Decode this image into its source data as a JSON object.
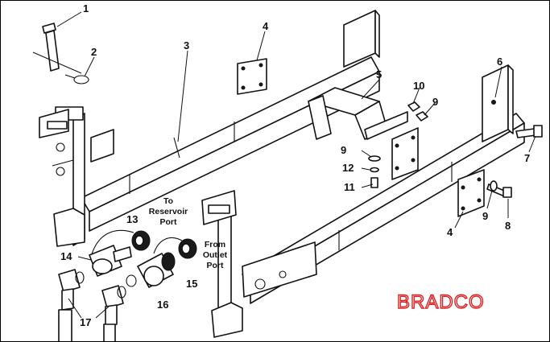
{
  "callouts": {
    "c1": "1",
    "c2": "2",
    "c3": "3",
    "c4a": "4",
    "c4b": "4",
    "c5": "5",
    "c6": "6",
    "c7": "7",
    "c8": "8",
    "c9a": "9",
    "c9b": "9",
    "c9c": "9",
    "c10": "10",
    "c11": "11",
    "c12": "12",
    "c13": "13",
    "c14": "14",
    "c15": "15",
    "c16": "16",
    "c17": "17"
  },
  "notes": {
    "reservoir": [
      "To",
      "Reservoir",
      "Port"
    ],
    "outlet": [
      "From",
      "Outlet",
      "Port"
    ]
  },
  "brand": "BRADCO",
  "colors": {
    "brand": "#e02020",
    "line": "#111111"
  }
}
